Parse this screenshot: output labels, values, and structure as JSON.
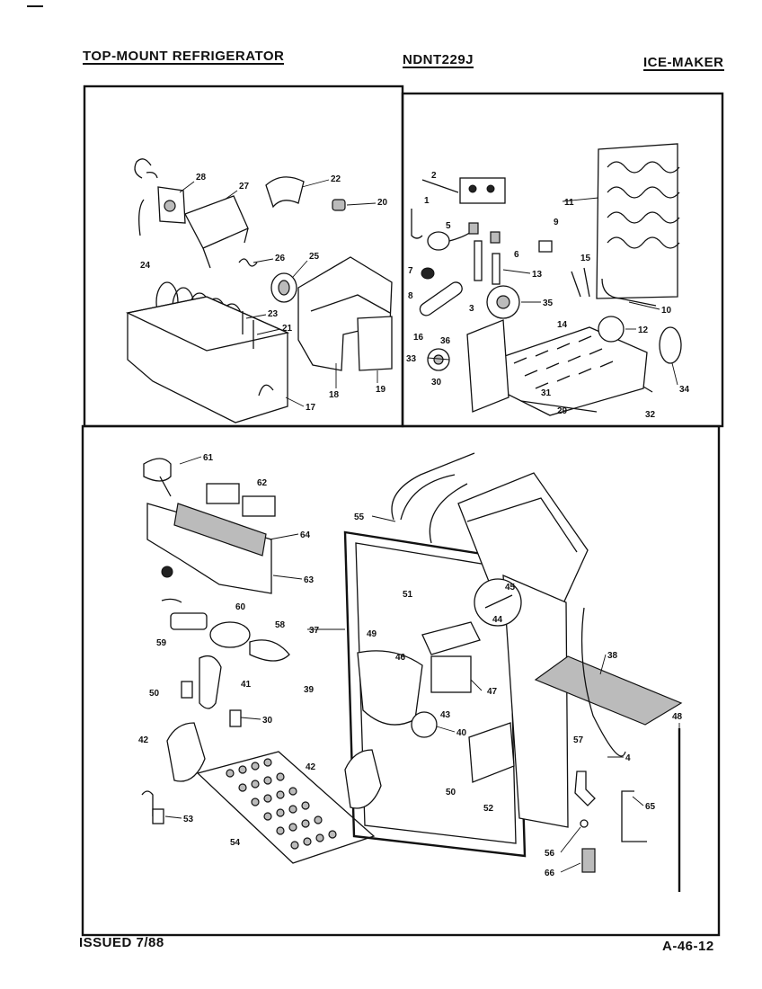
{
  "header": {
    "left": "TOP-MOUNT REFRIGERATOR",
    "center": "NDNT229J",
    "right": "ICE-MAKER"
  },
  "footer": {
    "issued": "ISSUED 7/88",
    "page": "A-46-12"
  },
  "panels": {
    "top_left": {
      "part_numbers": [
        "28",
        "27",
        "22",
        "20",
        "24",
        "26",
        "25",
        "23",
        "21",
        "17",
        "18",
        "19"
      ]
    },
    "top_right": {
      "part_numbers": [
        "2",
        "1",
        "5",
        "7",
        "6",
        "9",
        "11",
        "13",
        "15",
        "8",
        "3",
        "35",
        "14",
        "10",
        "16",
        "36",
        "12",
        "33",
        "30",
        "31",
        "29",
        "34",
        "32"
      ]
    },
    "bottom": {
      "part_numbers": [
        "61",
        "62",
        "64",
        "63",
        "55",
        "45",
        "44",
        "51",
        "60",
        "58",
        "59",
        "37",
        "49",
        "46",
        "41",
        "50",
        "30",
        "39",
        "47",
        "43",
        "40",
        "42",
        "50",
        "52",
        "53",
        "54",
        "38",
        "48",
        "57",
        "4",
        "65",
        "56",
        "66"
      ]
    }
  }
}
